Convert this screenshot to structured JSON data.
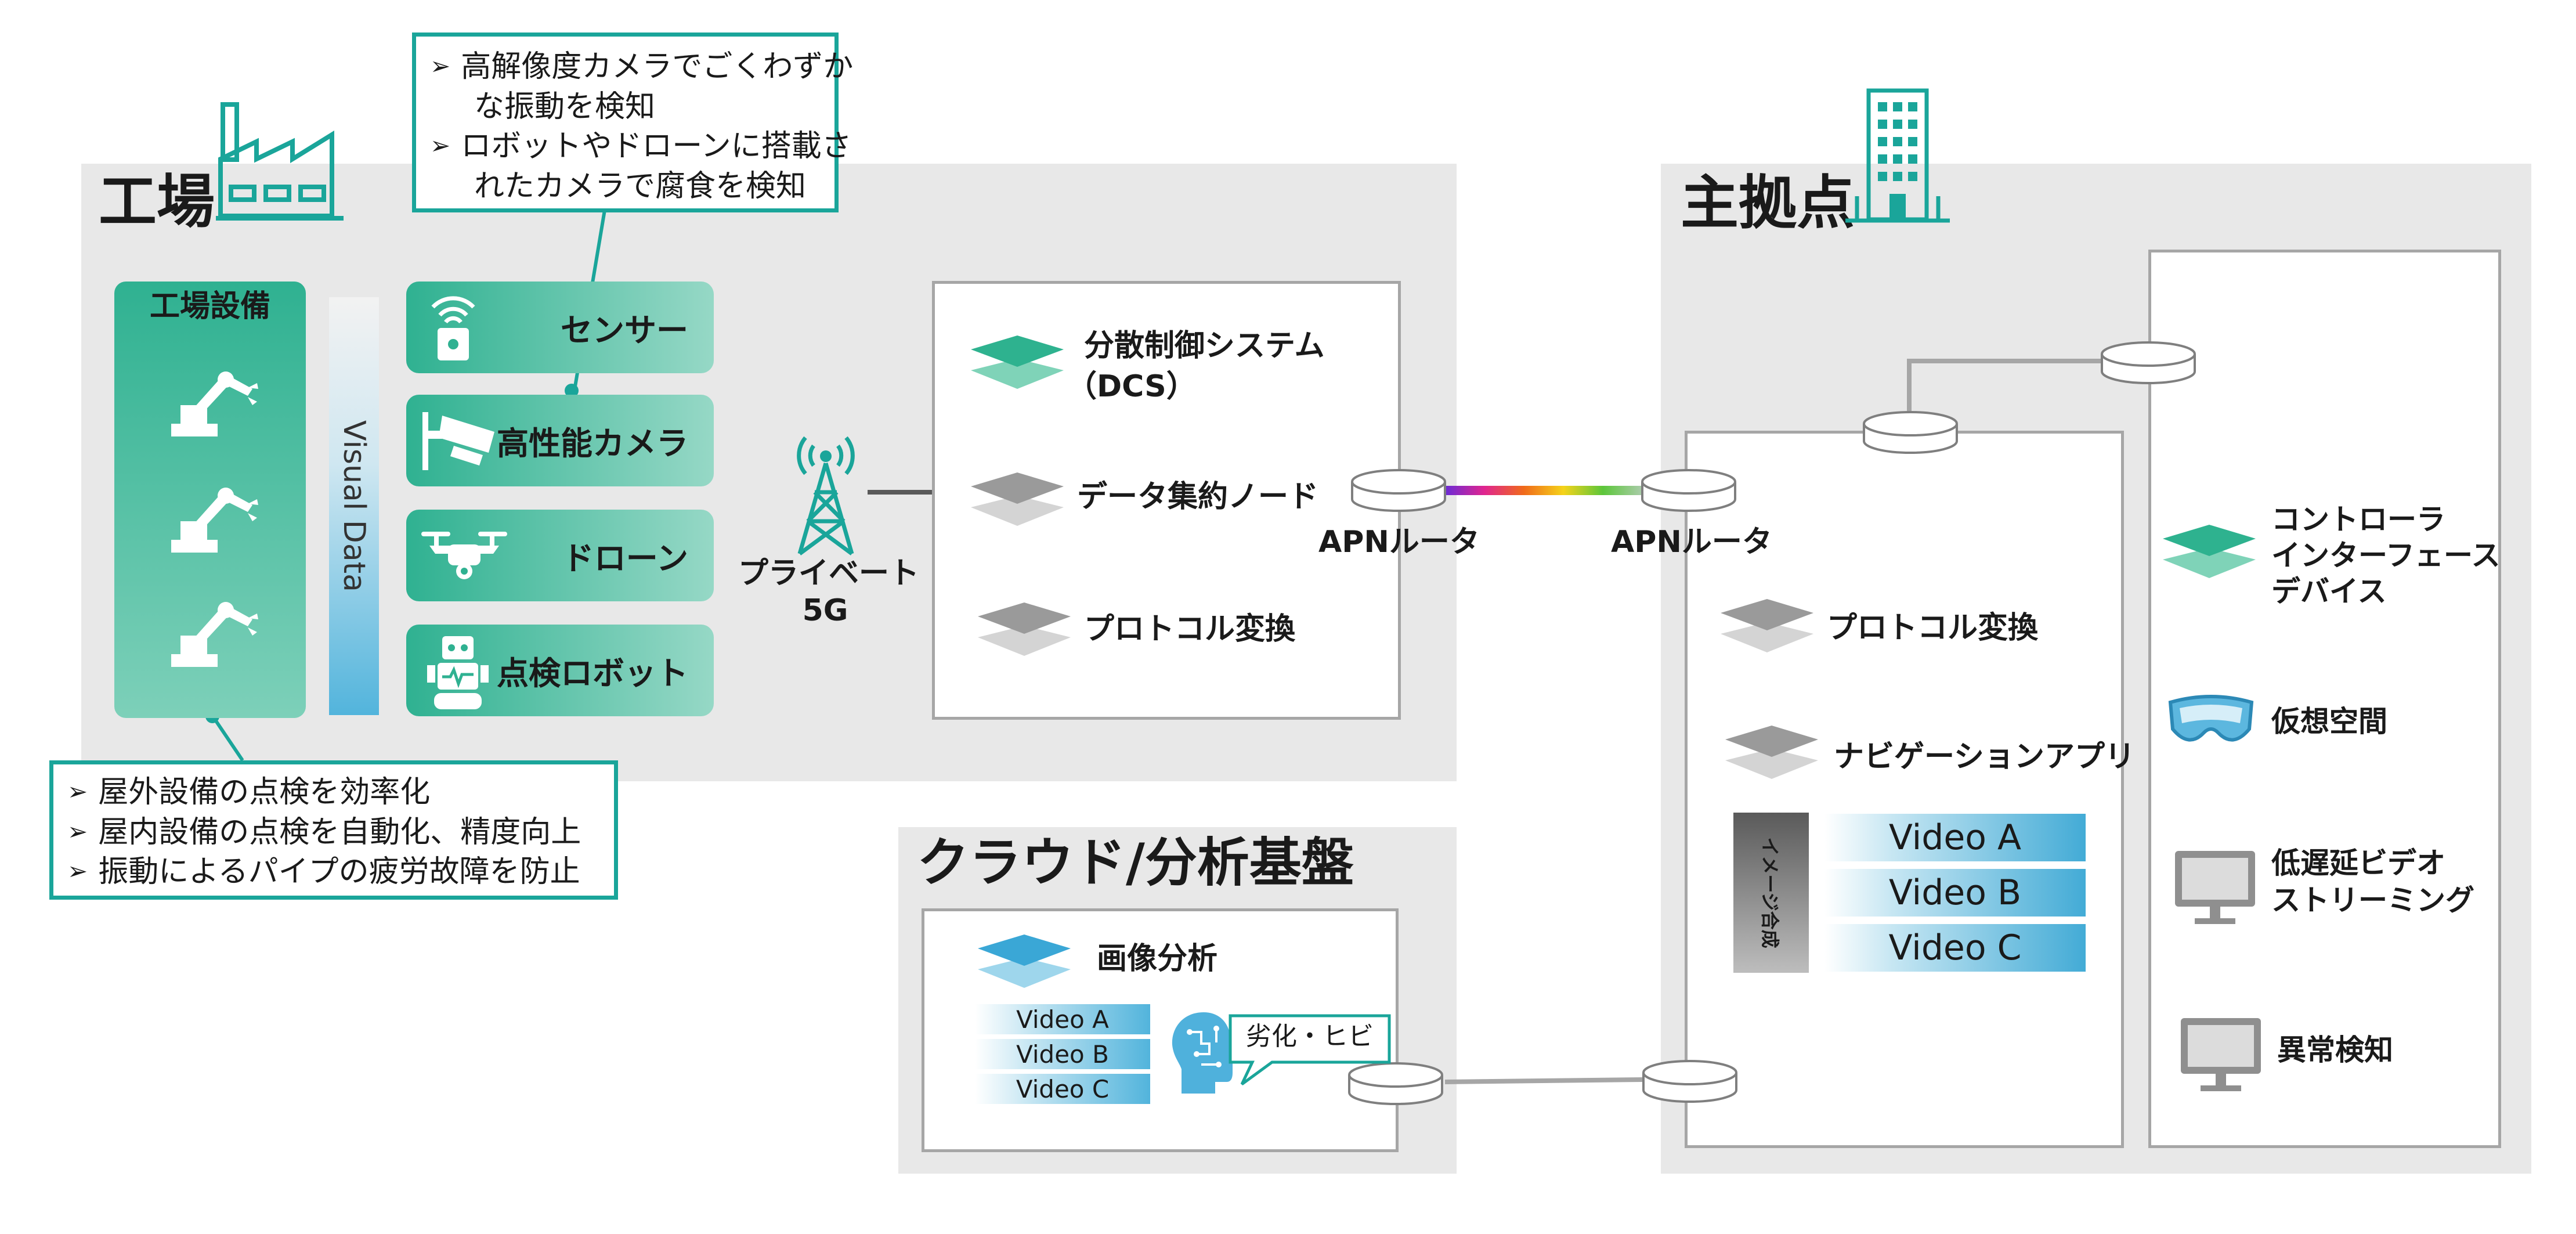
{
  "factory": {
    "title": "工場",
    "equipment_title": "工場設備",
    "visual_data": "Visual Data",
    "tiles": [
      {
        "label": "センサー",
        "icon": "sensor-icon"
      },
      {
        "label": "高性能カメラ",
        "icon": "camera-icon"
      },
      {
        "label": "ドローン",
        "icon": "drone-icon"
      },
      {
        "label": "点検ロボット",
        "icon": "robot-icon"
      }
    ],
    "top_callout": {
      "line1": "高解像度カメラでごくわずか",
      "line2": "な振動を検知",
      "line3": "ロボットやドローンに搭載さ",
      "line4": "れたカメラで腐食を検知"
    },
    "bottom_callout": {
      "line1": "屋外設備の点検を効率化",
      "line2": "屋内設備の点検を自動化、精度向上",
      "line3": "振動によるパイプの疲労故障を防止"
    }
  },
  "private5g": {
    "line1": "プライベート",
    "line2": "5G"
  },
  "dcs_box": {
    "item1_line1": "分散制御システム",
    "item1_line2": "（DCS）",
    "item2": "データ集約ノード",
    "item3": "プロトコル変換",
    "router": "APNルータ"
  },
  "hq": {
    "title": "主拠点",
    "router": "APNルータ",
    "protocol": "プロトコル変換",
    "nav_app": "ナビゲーションアプリ",
    "image_synth": "イメージ合成",
    "videos": [
      "Video A",
      "Video B",
      "Video C"
    ],
    "devices": {
      "controller_line1": "コントローラ",
      "controller_line2": "インターフェース",
      "controller_line3": "デバイス",
      "vr": "仮想空間",
      "streaming_line1": "低遅延ビデオ",
      "streaming_line2": "ストリーミング",
      "anomaly": "異常検知"
    }
  },
  "cloud": {
    "title": "クラウド/分析基盤",
    "image_analysis": "画像分析",
    "videos": [
      "Video A",
      "Video B",
      "Video C"
    ],
    "speech": "劣化・ヒビ"
  },
  "colors": {
    "teal": "#1aa59a",
    "tile_start": "#2fb191",
    "tile_end": "#96d8c6",
    "zone_gray": "#e8e8e8",
    "video_blue": "#52b4dc"
  }
}
